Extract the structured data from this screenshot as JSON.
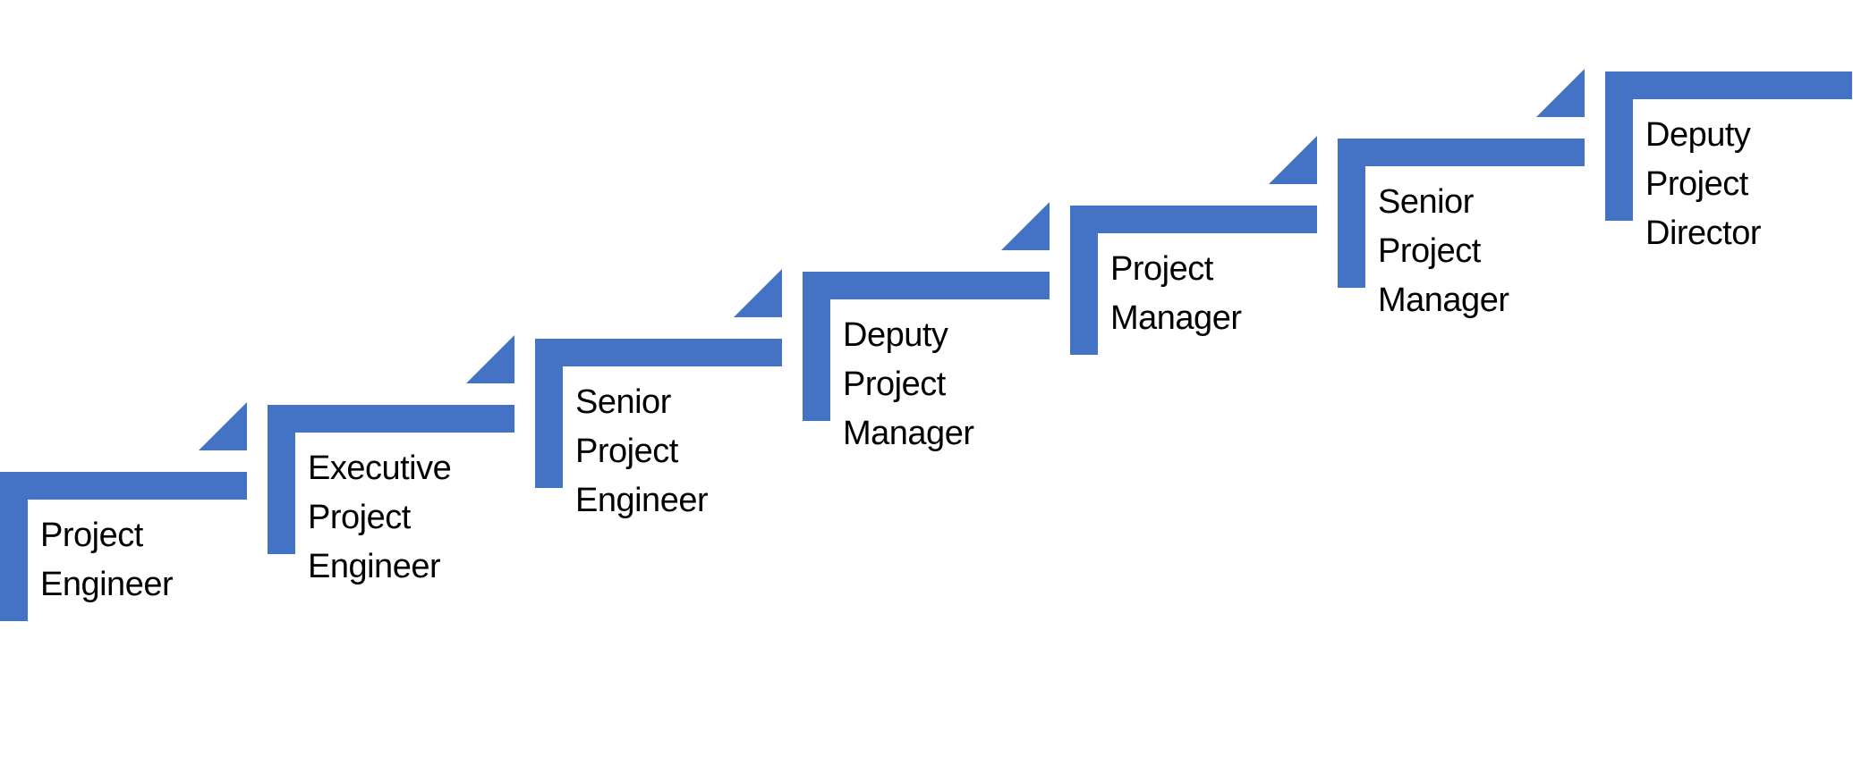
{
  "accent_color": "#4472C4",
  "steps": [
    {
      "lines": [
        "Project",
        "Engineer"
      ]
    },
    {
      "lines": [
        "Executive",
        "Project",
        "Engineer"
      ]
    },
    {
      "lines": [
        "Senior",
        "Project",
        "Engineer"
      ]
    },
    {
      "lines": [
        "Deputy",
        "Project",
        "Manager"
      ]
    },
    {
      "lines": [
        "Project",
        "Manager"
      ]
    },
    {
      "lines": [
        "Senior",
        "Project",
        "Manager"
      ]
    },
    {
      "lines": [
        "Deputy",
        "Project",
        "Director"
      ]
    }
  ]
}
